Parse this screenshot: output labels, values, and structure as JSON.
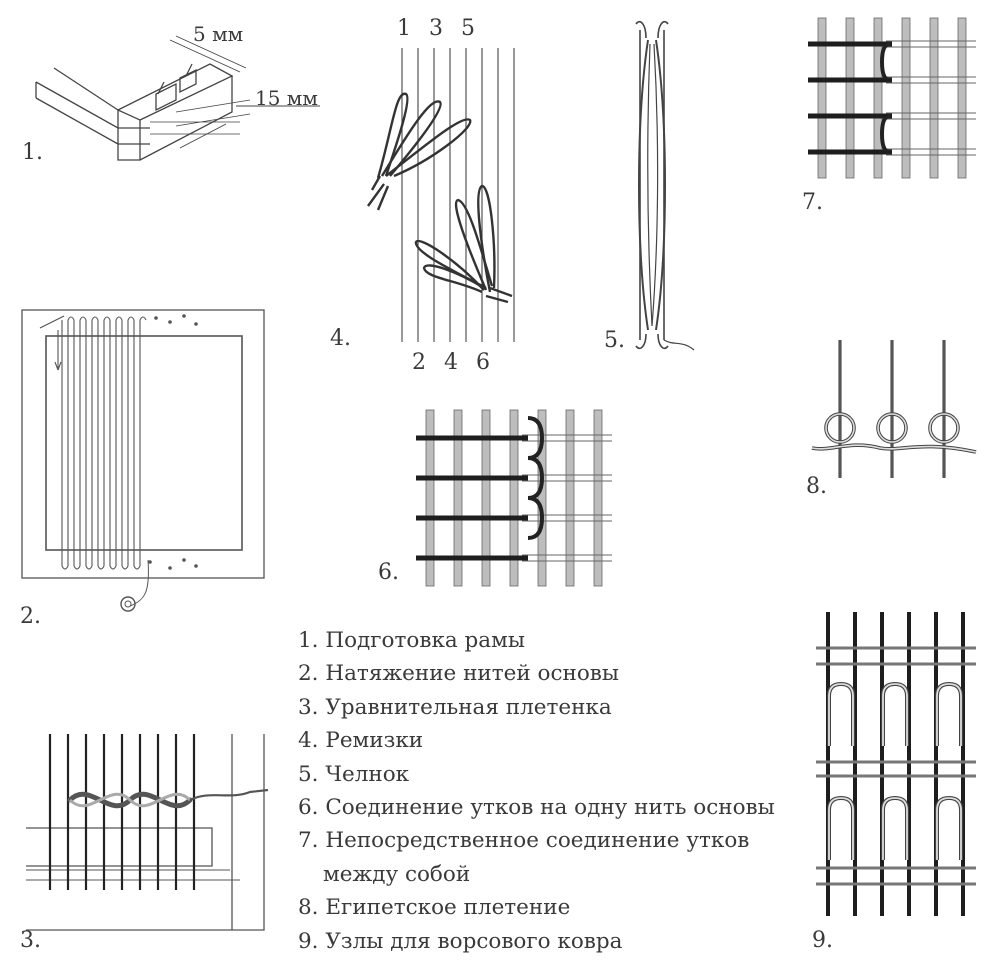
{
  "figure_labels": [
    "1.",
    "2.",
    "3.",
    "4.",
    "5.",
    "6.",
    "7.",
    "8.",
    "9."
  ],
  "warp_numbers_top": [
    "1",
    "3",
    "5"
  ],
  "warp_numbers_bottom": [
    "2",
    "4",
    "6"
  ],
  "dimensions": {
    "small": "5 мм",
    "large": "15 мм"
  },
  "legend": [
    {
      "num": "1.",
      "text": "Подготовка рамы"
    },
    {
      "num": "2.",
      "text": "Натяжение нитей основы"
    },
    {
      "num": "3.",
      "text": "Уравнительная плетенка"
    },
    {
      "num": "4.",
      "text": "Ремизки"
    },
    {
      "num": "5.",
      "text": "Челнок"
    },
    {
      "num": "6.",
      "text": "Соединение утков на одну нить основы"
    },
    {
      "num": "7.",
      "text": "Непосредственное соединение утков",
      "cont": "между собой"
    },
    {
      "num": "8.",
      "text": "Египетское плетение"
    },
    {
      "num": "9.",
      "text": "Узлы для ворсового ковра"
    }
  ],
  "colors": {
    "ink": "#3a3a3a",
    "dark_thread": "#222222",
    "light_thread": "#cfcfcf"
  }
}
